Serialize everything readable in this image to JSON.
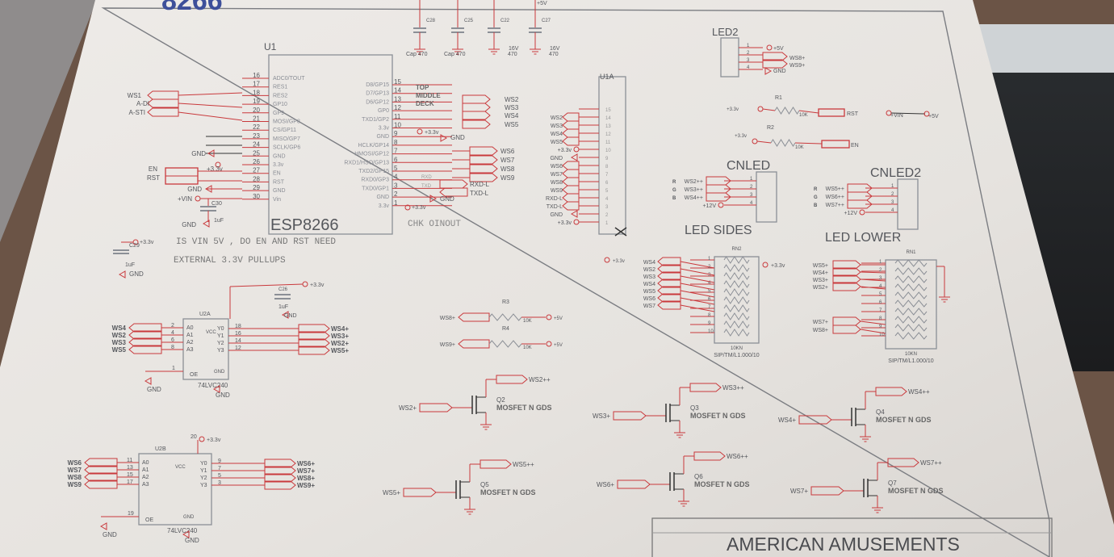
{
  "header_fragment": "8266",
  "colors": {
    "paper": "#e8e5e2",
    "wire": "#c9393c",
    "part": "#8b8f96",
    "text": "#55575c"
  },
  "caps_top": [
    {
      "ref": "C28",
      "value": "Cap 470"
    },
    {
      "ref": "C25",
      "value": "Cap 470"
    },
    {
      "ref": "C22",
      "value": "470",
      "rating": "16V"
    },
    {
      "ref": "C27",
      "value": "470",
      "rating": "16V"
    }
  ],
  "top_supply": "+5V",
  "u1": {
    "ref": "U1",
    "part": "ESP8266",
    "left_pins": [
      {
        "num": "16",
        "name": "ADC0/TOUT",
        "net": ""
      },
      {
        "num": "17",
        "name": "RES1",
        "net": ""
      },
      {
        "num": "18",
        "name": "RES2",
        "net": ""
      },
      {
        "num": "19",
        "name": "GP10",
        "net": "WS1"
      },
      {
        "num": "20",
        "name": "GP9",
        "net": "A-DI"
      },
      {
        "num": "21",
        "name": "MOSI/GP8",
        "net": "A-STI"
      },
      {
        "num": "22",
        "name": "CS/GP11",
        "net": ""
      },
      {
        "num": "23",
        "name": "MISO/GP7",
        "net": ""
      },
      {
        "num": "24",
        "name": "SCLK/GP6",
        "net": ""
      },
      {
        "num": "25",
        "name": "GND",
        "net": "GND"
      },
      {
        "num": "26",
        "name": "3.3v",
        "net": "+3.3v"
      },
      {
        "num": "27",
        "name": "EN",
        "net": "EN"
      },
      {
        "num": "28",
        "name": "RST",
        "net": "RST"
      },
      {
        "num": "29",
        "name": "GND",
        "net": "GND"
      },
      {
        "num": "30",
        "name": "Vin",
        "net": "+VIN"
      }
    ],
    "right_pins": [
      {
        "num": "15",
        "name": "D8/GP15",
        "net": "TOP"
      },
      {
        "num": "14",
        "name": "D7/GP13",
        "net": "MIDDLE"
      },
      {
        "num": "13",
        "name": "D6/GP12",
        "net": "DECK"
      },
      {
        "num": "12",
        "name": "GP0",
        "net": ""
      },
      {
        "num": "11",
        "name": "TXD1/GP2",
        "net": ""
      },
      {
        "num": "10",
        "name": "3.3v",
        "net": "+3.3v"
      },
      {
        "num": "9",
        "name": "GND",
        "net": "GND"
      },
      {
        "num": "8",
        "name": "HCLK/GP14",
        "net": ""
      },
      {
        "num": "7",
        "name": "HMOSI/GP12",
        "net": ""
      },
      {
        "num": "6",
        "name": "RXD1/HSO/GP13",
        "net": ""
      },
      {
        "num": "5",
        "name": "TXD2/GP15",
        "net": ""
      },
      {
        "num": "4",
        "name": "RXD0/GP3",
        "net": "RXD"
      },
      {
        "num": "3",
        "name": "TXD0/GP1",
        "net": "TXD"
      },
      {
        "num": "2",
        "name": "GND",
        "net": "GND"
      },
      {
        "num": "1",
        "name": "3.3v",
        "net": "+3.3v"
      }
    ],
    "right_flags": [
      "WS2",
      "WS3",
      "WS4",
      "WS5",
      "WS6",
      "WS7",
      "WS8",
      "WS9",
      "RXD-L",
      "TXD-L"
    ],
    "c30": {
      "ref": "C30",
      "value": "1uF",
      "gnd": "GND"
    },
    "c29": {
      "ref": "C29",
      "value": "1uF",
      "supply": "+3.3v",
      "gnd": "GND"
    },
    "note_line1": "IS VIN 5V  , DO   EN AND RST NEED",
    "note_line2": "EXTERNAL 3.3V PULLUPS",
    "chk_note": "CHK OINOUT"
  },
  "u1a": {
    "ref": "U1A",
    "pins": [
      "15",
      "14",
      "13",
      "12",
      "11",
      "10",
      "9",
      "8",
      "7",
      "6",
      "5",
      "4",
      "3",
      "2",
      "1"
    ],
    "nets": [
      "",
      "WS2",
      "WS3",
      "WS4",
      "WS5",
      "+3.3v",
      "GND",
      "WS6",
      "WS7",
      "WS8",
      "WS9",
      "RXD-L",
      "TXD-L",
      "GND",
      "+3.3v"
    ]
  },
  "led2": {
    "ref": "LED2",
    "pins": [
      "1",
      "2",
      "3",
      "4"
    ],
    "nets": [
      "+5V",
      "WS8+",
      "WS9+",
      "GND"
    ]
  },
  "r1": {
    "ref": "R1",
    "value": "10K",
    "from": "+3.3v",
    "to": "RST"
  },
  "r2": {
    "ref": "R2",
    "value": "10K",
    "from": "+3.3v",
    "to": "EN"
  },
  "vin_link": {
    "from": "+VIN",
    "to": "+5V"
  },
  "cnled": {
    "ref": "CNLED",
    "caption": "LED SIDES",
    "colors": [
      "R",
      "G",
      "B"
    ],
    "nets": [
      "WS2++",
      "WS3++",
      "WS4++",
      "+12V"
    ],
    "pins": [
      "1",
      "2",
      "3",
      "4"
    ]
  },
  "cnled2": {
    "ref": "CNLED2",
    "caption": "LED LOWER",
    "colors": [
      "R",
      "G",
      "B"
    ],
    "nets": [
      "WS5++",
      "WS6++",
      "WS7++",
      "+12V"
    ],
    "pins": [
      "1",
      "2",
      "3",
      "4"
    ]
  },
  "rn2": {
    "ref": "RN2",
    "value": "10KN",
    "package": "SIP/TM/L1.000/10",
    "supply": "+3.3v",
    "in_supply": "+3.3v",
    "nets": [
      "WS4",
      "WS2",
      "WS3",
      "WS4",
      "WS5",
      "WS6",
      "WS7"
    ],
    "pins": [
      "1",
      "2",
      "3",
      "4",
      "5",
      "6",
      "7",
      "8",
      "9",
      "10"
    ]
  },
  "rn1": {
    "ref": "RN1",
    "value": "10KN",
    "package": "SIP/TM/L1.000/10",
    "nets": [
      "WS5+",
      "WS4+",
      "WS3+",
      "WS2+",
      "",
      "",
      "WS7+",
      "WS8+"
    ],
    "pins": [
      "1",
      "2",
      "3",
      "4",
      "5",
      "6",
      "7",
      "8",
      "9",
      "10"
    ]
  },
  "r3": {
    "ref": "R3",
    "value": "10K",
    "from": "WS8+",
    "to": "+5V"
  },
  "r4": {
    "ref": "R4",
    "value": "10K",
    "from": "WS9+",
    "to": "+5V"
  },
  "u2a": {
    "ref": "U2A",
    "part": "74LVC240",
    "vcc": "VCC",
    "gnd_pin": "GND",
    "oe": "OE",
    "gnd": "GND",
    "inputs": [
      {
        "net": "WS4",
        "pin": "2",
        "name": "A0"
      },
      {
        "net": "WS2",
        "pin": "4",
        "name": "A1"
      },
      {
        "net": "WS3",
        "pin": "6",
        "name": "A2"
      },
      {
        "net": "WS5",
        "pin": "8",
        "name": "A3"
      }
    ],
    "outputs": [
      {
        "net": "WS4+",
        "pin": "18",
        "name": "Y0"
      },
      {
        "net": "WS3+",
        "pin": "16",
        "name": "Y1"
      },
      {
        "net": "WS2+",
        "pin": "14",
        "name": "Y2"
      },
      {
        "net": "WS5+",
        "pin": "12",
        "name": "Y3"
      }
    ],
    "oe_pin": "1",
    "cap": {
      "ref": "C26",
      "value": "1uF",
      "supply": "+3.3v",
      "gnd": "GND"
    }
  },
  "u2b": {
    "ref": "U2B",
    "part": "74LVC240",
    "vcc": "VCC",
    "gnd_pin": "GND",
    "oe": "OE",
    "gnd": "GND",
    "vcc_pin": "20",
    "supply": "+3.3v",
    "inputs": [
      {
        "net": "WS6",
        "pin": "11",
        "name": "A0"
      },
      {
        "net": "WS7",
        "pin": "13",
        "name": "A1"
      },
      {
        "net": "WS8",
        "pin": "15",
        "name": "A2"
      },
      {
        "net": "WS9",
        "pin": "17",
        "name": "A3"
      }
    ],
    "outputs": [
      {
        "net": "WS6+",
        "pin": "9",
        "name": "Y0"
      },
      {
        "net": "WS7+",
        "pin": "7",
        "name": "Y1"
      },
      {
        "net": "WS8+",
        "pin": "5",
        "name": "Y2"
      },
      {
        "net": "WS9+",
        "pin": "3",
        "name": "Y3"
      }
    ],
    "oe_pin": "19"
  },
  "mosfets": [
    {
      "ref": "Q2",
      "type": "MOSFET N GDS",
      "gate": "WS2+",
      "drain": "WS2++"
    },
    {
      "ref": "Q3",
      "type": "MOSFET N GDS",
      "gate": "WS3+",
      "drain": "WS3++"
    },
    {
      "ref": "Q4",
      "type": "MOSFET N GDS",
      "gate": "WS4+",
      "drain": "WS4++"
    },
    {
      "ref": "Q5",
      "type": "MOSFET N GDS",
      "gate": "WS5+",
      "drain": "WS5++"
    },
    {
      "ref": "Q6",
      "type": "MOSFET N GDS",
      "gate": "WS6+",
      "drain": "WS6++"
    },
    {
      "ref": "Q7",
      "type": "MOSFET N GDS",
      "gate": "WS7+",
      "drain": "WS7++"
    }
  ],
  "title_block": {
    "company": "AMERICAN AMUSEMENTS"
  }
}
